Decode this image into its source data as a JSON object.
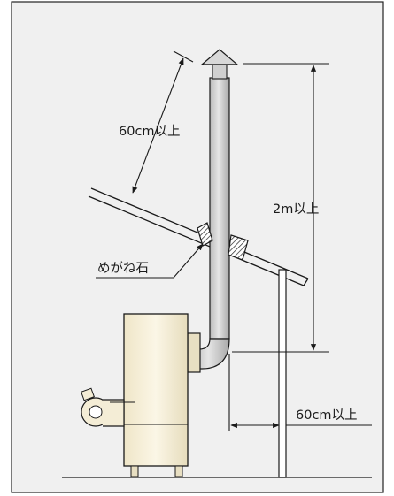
{
  "labels": {
    "roof_clearance": "60cm以上",
    "height_above_roof": "2m以上",
    "thimble": "めがね石",
    "wall_clearance": "60cm以上"
  },
  "colors": {
    "background": "#f0f0f0",
    "frame": "#222222",
    "pipe_fill": "#cfcfcf",
    "boiler_fill": "#f4edd6",
    "line": "#1a1a1a"
  }
}
